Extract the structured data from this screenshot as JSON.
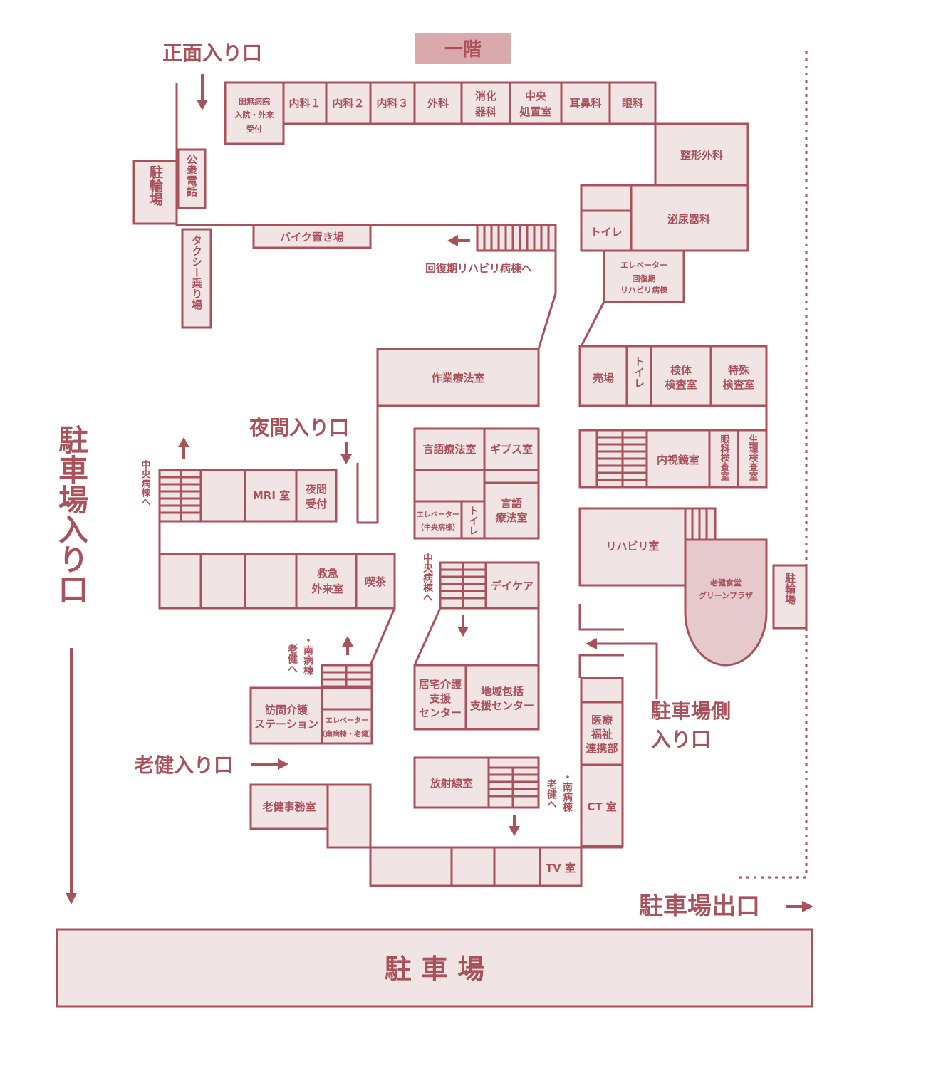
{
  "floor_label": "一階",
  "entrances": {
    "main": "正面入り口",
    "night": "夜間入り口",
    "parking_lot": "駐車場入り口",
    "parking_side_1": "駐車場側",
    "parking_side_2": "入り口",
    "roken": "老健入り口",
    "parking_exit": "駐車場出口"
  },
  "parking": "駐 車 場",
  "rooms": {
    "reception_1": "田無病院",
    "reception_2": "入院・外来",
    "reception_3": "受付",
    "naika1": "内科１",
    "naika2": "内科２",
    "naika3": "内科３",
    "geka": "外科",
    "shoka_1": "消化",
    "shoka_2": "器科",
    "chuo_1": "中央",
    "chuo_2": "処置室",
    "jibi": "耳鼻科",
    "ganka": "眼科",
    "seikei": "整形外科",
    "hinyo": "泌尿器科",
    "toilet": "トイレ",
    "elevator": "エレベーター",
    "elevator_sub1": "回復期",
    "elevator_sub2": "リハビリ病棟",
    "churin": "駐輪場",
    "koshu": "公衆電話",
    "taxi": "タクシー乗り場",
    "bike": "バイク置き場",
    "kaifuku_dir": "回復期リハビリ病棟へ",
    "sagyo": "作業療法室",
    "baiten": "売場",
    "kentai_1": "検体",
    "kentai_2": "検査室",
    "tokushu_1": "特殊",
    "tokushu_2": "検査室",
    "gengo_a": "言語療法室",
    "gipusu": "ギプス室",
    "gengo_b1": "言語",
    "gengo_b2": "療法室",
    "elevator_chuo": "エレベーター",
    "elevator_chuo_sub": "（中央病棟）",
    "naishi": "内視鏡室",
    "ganka_kensa": "眼科検査室",
    "seiri": "生理検査室",
    "chuo_byoto_dir": "中央病棟へ",
    "mri": "MRI 室",
    "yakan_1": "夜間",
    "yakan_2": "受付",
    "rihabiri": "リハビリ室",
    "shokudo_1": "老健食堂",
    "shokudo_2": "グリーンプラザ",
    "kyukyu_1": "救急",
    "kyukyu_2": "外来室",
    "kissa": "喫茶",
    "daycare": "デイケア",
    "minami_dir": "・南病棟",
    "roken_dir": "老健へ",
    "kyotaku_1": "居宅介護",
    "kyotaku_2": "支援",
    "kyotaku_3": "センター",
    "chiiki_1": "地域包括",
    "chiiki_2": "支援センター",
    "homon_1": "訪問介護",
    "homon_2": "ステーション",
    "elevator_minami": "エレベーター",
    "elevator_minami_sub": "（南病棟・老健）",
    "iryo_1": "医療",
    "iryo_2": "福祉",
    "iryo_3": "連携部",
    "hoshasen": "放射線室",
    "ct": "CT 室",
    "roken_jimu": "老健事務室",
    "tv": "TV 室"
  }
}
